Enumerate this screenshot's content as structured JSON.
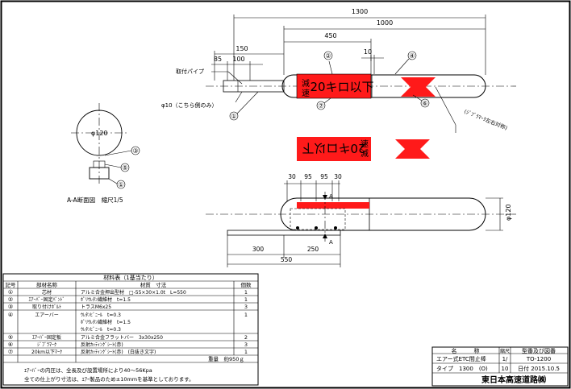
{
  "drawing": {
    "dims": {
      "overall": "1300",
      "bar_length": "1000",
      "sign_length": "450",
      "sign_gap": "10",
      "d150": "150",
      "d85": "85",
      "d100": "100",
      "d300": "300",
      "d250": "250",
      "d550": "550",
      "d30a": "30",
      "d95a": "95",
      "d95b": "95",
      "d30b": "30",
      "dia120_side": "φ120",
      "dia120_section": "φ120"
    },
    "labels": {
      "pipe": "取付パイプ",
      "pipe_dia": "φ10（こちら側のみ）",
      "chevron_note": "(ｼﾞﾌﾞﾗﾏｰｸ左右対称)",
      "section_caption": "A-A断面図　縮尺1/5",
      "section_mark_a1": "A",
      "section_mark_a2": "A"
    },
    "sign_text": "20キロ以下",
    "sign_kanji": "減速",
    "balloons": [
      "①",
      "②",
      "③",
      "④",
      "⑤",
      "⑥",
      "⑦"
    ]
  },
  "materials": {
    "title": "材料表（1基当たり）",
    "headers": [
      "記号",
      "部材名称",
      "材質　寸法",
      "個数"
    ],
    "rows": [
      {
        "no": "①",
        "name": "芯材",
        "spec": "アルミ合金押出型材　□-55×30×1.0t　L=550",
        "qty": "1"
      },
      {
        "no": "②",
        "name": "ｴｱｰﾊﾞｰ固定ﾊﾞﾝﾄﾞ",
        "spec": "ﾎﾟﾘｳﾚﾀﾝ繊維材　t=1.5",
        "qty": "1"
      },
      {
        "no": "③",
        "name": "取り付けﾎﾞﾙﾄ",
        "spec": "トラスM6x25",
        "qty": "3"
      },
      {
        "no": "④",
        "name": "エアーバー",
        "spec": "ｳﾚﾀﾝﾋﾞﾆｰﾙ　t=0.3",
        "spec2": "ﾎﾟﾘｳﾚﾀﾝ繊維材　t=1.5",
        "spec3": "ｳﾚﾀﾝﾋﾞﾆｰﾙ　t=0.3",
        "qty": "1"
      },
      {
        "no": "⑤",
        "name": "ｴｱｰﾊﾞｰ固定板",
        "spec": "アルミ合金フラットバー　3x30x250",
        "qty": "2"
      },
      {
        "no": "⑥",
        "name": "ｼﾞﾌﾞﾗﾏｰｸ",
        "spec": "反射ｶｯﾃｨﾝｸﾞｼｰﾄ(赤)",
        "qty": "3"
      },
      {
        "no": "⑦",
        "name": "20km以下ﾏｰｸ",
        "spec": "反射ｶｯﾃｨﾝｸﾞｼｰﾄ(赤)　(白抜き文字)",
        "qty": "1"
      }
    ],
    "weight": "重量　約950ｇ",
    "note1": "ｴｱｰﾊﾞｰの内圧は、全長及び設置場所により40～56Kpa",
    "note2": "全ての仕上がり寸法は、ｴｱｰ製品のため±10mmを基準としております。"
  },
  "titleblock": {
    "name_label": "名　　　称",
    "scale_label": "縮尺",
    "drawing_no_label": "型番及び図番",
    "product_name": "エアー式ETC間止棒",
    "product_type": "タイプ　1300　(O)",
    "scale_top": "1/",
    "scale_bottom": "10",
    "drawing_no": "TO-1200",
    "date": "日付 2015.10.5",
    "company": "東日本高速道路㈱"
  },
  "colors": {
    "sign_red": "#ff1a1a",
    "line": "#000000",
    "background": "#ffffff"
  }
}
